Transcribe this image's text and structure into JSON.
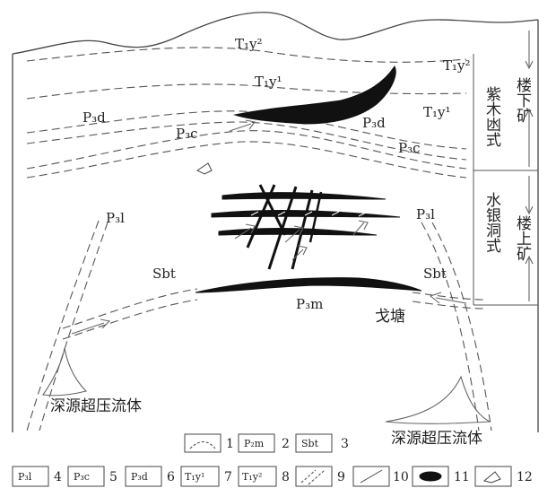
{
  "strata": {
    "t1y2_top": "T₁y²",
    "t1y2_right": "T₁y²",
    "t1y1_center": "T₁y¹",
    "t1y1_right": "T₁y¹",
    "p3d_left": "P₃d",
    "p3d_right": "P₃d",
    "p3c_left": "P₃c",
    "p3c_right": "P₃c",
    "p3l_left": "P₃l",
    "p3l_right": "P₃l",
    "sbt_left": "Sbt",
    "sbt_right": "Sbt",
    "p3m": "P₃m"
  },
  "places": {
    "getang": "戈塘",
    "fluid_left": "深源超压流体",
    "fluid_right": "深源超压流体"
  },
  "right_panel": {
    "zimudang_style": "紫木凼式",
    "upper_ore": "楼下矿",
    "shuiyindong_style": "水银洞式",
    "lower_ore": "楼上矿"
  },
  "legend": {
    "row1": [
      {
        "num": "1",
        "box": ""
      },
      {
        "num": "2",
        "box": "P₂m"
      },
      {
        "num": "3",
        "box": "Sbt"
      }
    ],
    "row2": [
      {
        "num": "4",
        "box": "P₃l"
      },
      {
        "num": "5",
        "box": "P₃c"
      },
      {
        "num": "6",
        "box": "P₃d"
      },
      {
        "num": "7",
        "box": "T₁y¹"
      },
      {
        "num": "8",
        "box": "T₁y²"
      },
      {
        "num": "9",
        "box": ""
      },
      {
        "num": "10",
        "box": ""
      },
      {
        "num": "11",
        "box": ""
      },
      {
        "num": "12",
        "box": ""
      }
    ]
  }
}
